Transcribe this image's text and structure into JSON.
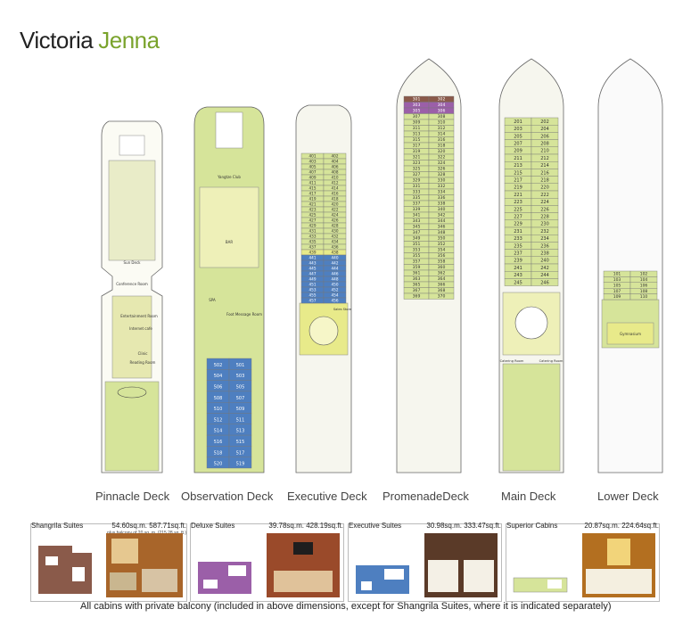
{
  "title": {
    "word1": "Victoria",
    "word2": "Jenna"
  },
  "colors": {
    "accent_green": "#7aa32c",
    "deck_fill": "#d6e49a",
    "suite_blue": "#4e7fc0",
    "suite_purple": "#9b5fa8",
    "suite_brown": "#8a5a4a",
    "lounge_yellow": "#e8ea8a"
  },
  "decks": [
    {
      "label": "Pinnacle Deck",
      "cabins": []
    },
    {
      "label": "Observation Deck",
      "cabins": [
        "502",
        "501",
        "504",
        "503",
        "506",
        "505",
        "508",
        "507",
        "510",
        "509",
        "512",
        "511",
        "514",
        "513",
        "516",
        "515",
        "518",
        "517",
        "520",
        "519"
      ]
    },
    {
      "label": "Executive Deck",
      "cabins": [
        "401",
        "402",
        "403",
        "404",
        "405",
        "406",
        "407",
        "408",
        "409",
        "410",
        "411",
        "412",
        "415",
        "414",
        "417",
        "416",
        "419",
        "418",
        "421",
        "420",
        "423",
        "422",
        "425",
        "424",
        "427",
        "426",
        "429",
        "428",
        "431",
        "430",
        "433",
        "432",
        "435",
        "434",
        "437",
        "436",
        "439",
        "438",
        "441",
        "440",
        "443",
        "442",
        "445",
        "444",
        "447",
        "446",
        "449",
        "448",
        "451",
        "450",
        "453",
        "452",
        "455",
        "454",
        "457",
        "456"
      ]
    },
    {
      "label": "PromenadeDeck",
      "cabins": [
        "301",
        "302",
        "303",
        "304",
        "305",
        "306",
        "307",
        "308",
        "309",
        "310",
        "311",
        "312",
        "313",
        "314",
        "315",
        "316",
        "317",
        "318",
        "319",
        "320",
        "321",
        "322",
        "323",
        "324",
        "325",
        "326",
        "327",
        "328",
        "329",
        "330",
        "331",
        "332",
        "333",
        "334",
        "335",
        "336",
        "337",
        "338",
        "339",
        "340",
        "341",
        "342",
        "343",
        "344",
        "345",
        "346",
        "347",
        "348",
        "349",
        "350",
        "351",
        "352",
        "353",
        "354",
        "355",
        "356",
        "357",
        "358",
        "359",
        "360",
        "361",
        "362",
        "363",
        "364",
        "365",
        "366",
        "367",
        "368",
        "369",
        "370"
      ]
    },
    {
      "label": "Main Deck",
      "cabins": [
        "201",
        "202",
        "203",
        "204",
        "205",
        "206",
        "207",
        "208",
        "209",
        "210",
        "211",
        "212",
        "213",
        "214",
        "215",
        "216",
        "217",
        "218",
        "219",
        "220",
        "221",
        "222",
        "223",
        "224",
        "225",
        "226",
        "227",
        "228",
        "229",
        "230",
        "231",
        "232",
        "233",
        "234",
        "235",
        "236",
        "237",
        "238",
        "239",
        "240",
        "241",
        "242",
        "243",
        "244",
        "245",
        "246"
      ]
    },
    {
      "label": "Lower Deck",
      "cabins": [
        "101",
        "102",
        "103",
        "104",
        "105",
        "106",
        "107",
        "108",
        "109",
        "110"
      ]
    }
  ],
  "rooms": {
    "sun_deck": "Sun Deck",
    "conference": "Conference Room",
    "entertainment": "Entertainment Room",
    "internet": "Internet cafe",
    "clinic": "Clinic",
    "reading": "Reading Room",
    "yangtze": "Yangtze Club",
    "bar": "BAR",
    "spa": "SPA",
    "foot": "Foot Message Room",
    "sales_store": "Sales Store",
    "catering1": "Catering Room",
    "catering2": "Catering Room",
    "gymnasium": "Gymnasium"
  },
  "suites": [
    {
      "name": "Shangrila Suites",
      "dims": "54.60sq.m. 587.71sq.ft.",
      "balcony": "plus balcony of 20 sq. m. (215.28 sq. ft.)"
    },
    {
      "name": "Deluxe Suites",
      "dims": "39.78sq.m. 428.19sq.ft.",
      "balcony": ""
    },
    {
      "name": "Executive Suites",
      "dims": "30.98sq.m. 333.47sq.ft.",
      "balcony": ""
    },
    {
      "name": "Superior Cabins",
      "dims": "20.87sq.m. 224.64sq.ft.",
      "balcony": ""
    }
  ],
  "footnote": "All cabins with private balcony (included in above dimensions, except for Shangrila Suites, where it is indicated separately)"
}
